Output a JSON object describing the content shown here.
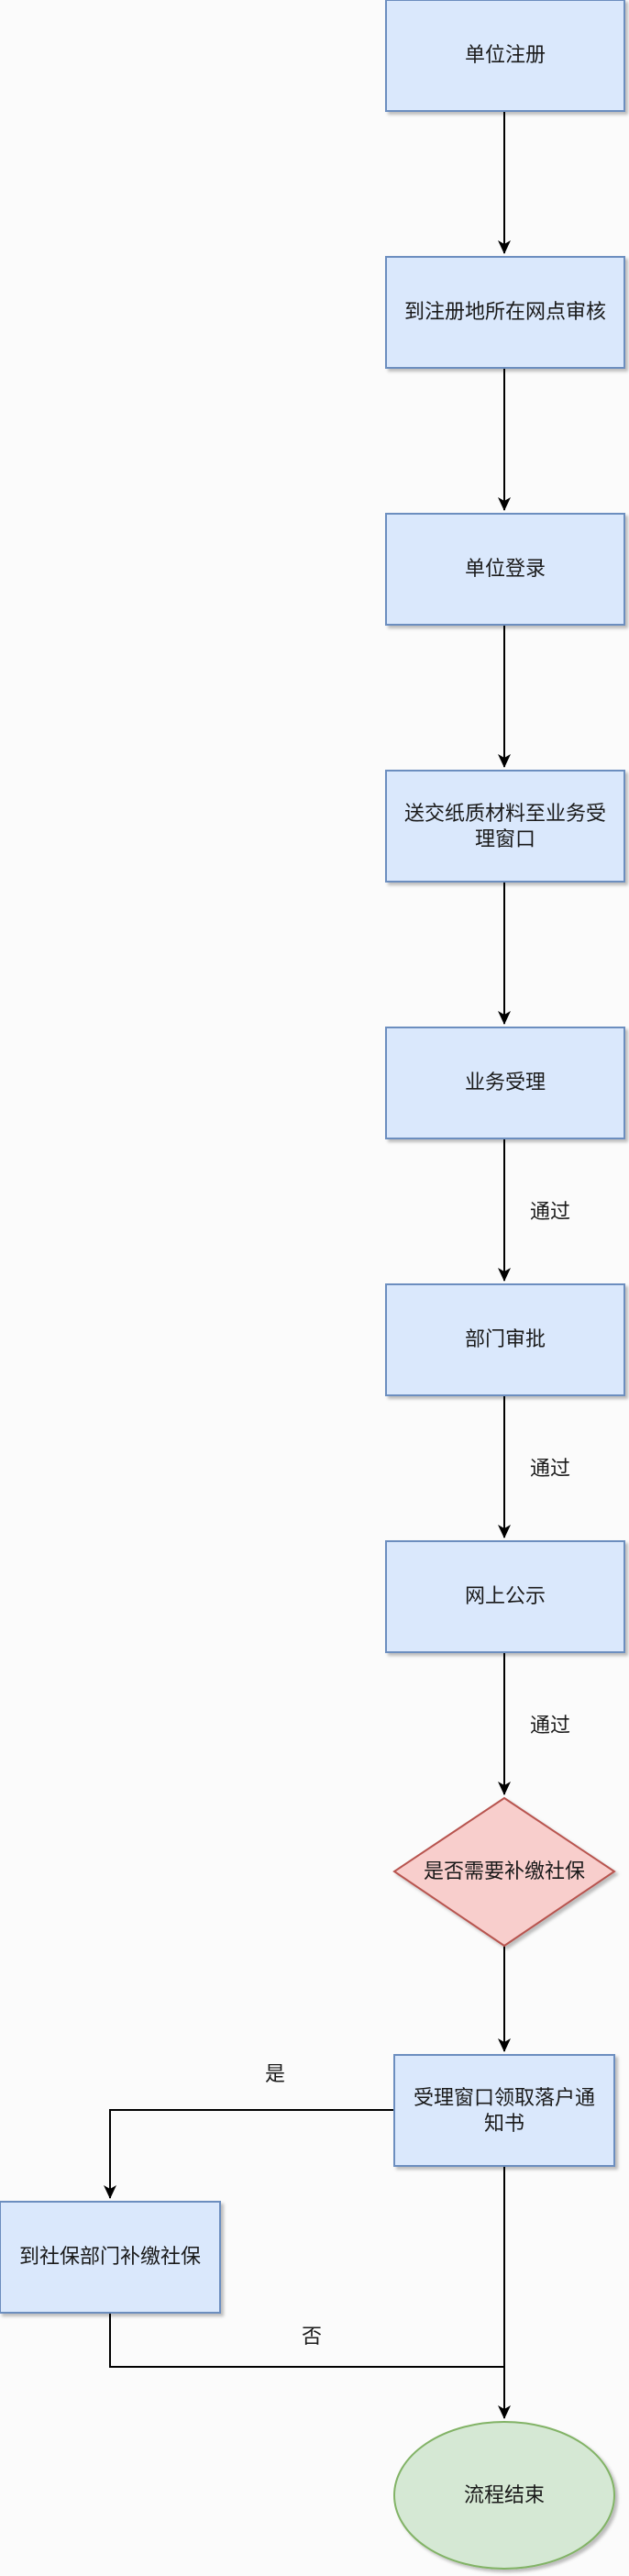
{
  "diagram": {
    "nodes": {
      "n1": {
        "label": "单位注册",
        "shape": "rect",
        "color": "#dae8fc",
        "border": "#6c8ebf"
      },
      "n2": {
        "label": "到注册地所在网点审核",
        "shape": "rect",
        "color": "#dae8fc",
        "border": "#6c8ebf"
      },
      "n3": {
        "label": "单位登录",
        "shape": "rect",
        "color": "#dae8fc",
        "border": "#6c8ebf"
      },
      "n4": {
        "label_line1": "送交纸质材料至业务受",
        "label_line2": "理窗口",
        "shape": "rect",
        "color": "#dae8fc",
        "border": "#6c8ebf"
      },
      "n5": {
        "label": "业务受理",
        "shape": "rect",
        "color": "#dae8fc",
        "border": "#6c8ebf"
      },
      "n6": {
        "label": "部门审批",
        "shape": "rect",
        "color": "#dae8fc",
        "border": "#6c8ebf"
      },
      "n7": {
        "label": "网上公示",
        "shape": "rect",
        "color": "#dae8fc",
        "border": "#6c8ebf"
      },
      "n8": {
        "label": "是否需要补缴社保",
        "shape": "diamond",
        "color": "#f8cecc",
        "border": "#b85450"
      },
      "n9": {
        "label_line1": "受理窗口领取落户通",
        "label_line2": "知书",
        "shape": "rect",
        "color": "#dae8fc",
        "border": "#6c8ebf"
      },
      "n10": {
        "label": "到社保部门补缴社保",
        "shape": "rect",
        "color": "#dae8fc",
        "border": "#6c8ebf"
      },
      "n11": {
        "label": "流程结束",
        "shape": "ellipse",
        "color": "#d5e8d4",
        "border": "#82b366"
      }
    },
    "edge_labels": {
      "pass1": "通过",
      "pass2": "通过",
      "pass3": "通过",
      "yes": "是",
      "no": "否"
    }
  }
}
